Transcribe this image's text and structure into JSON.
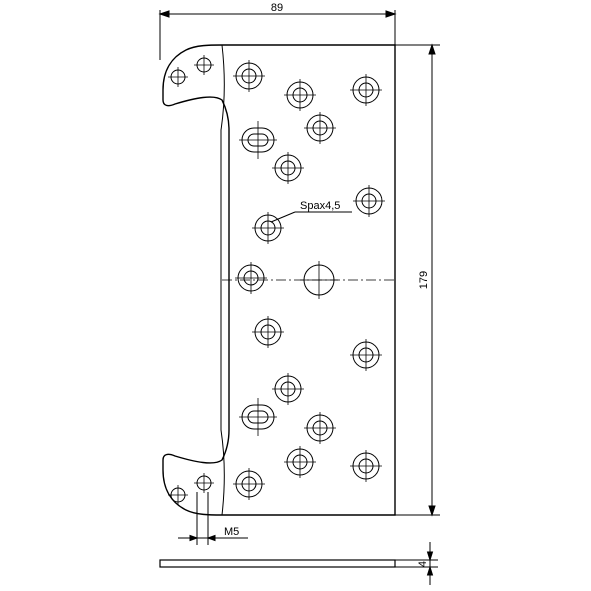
{
  "drawing": {
    "dimensions": {
      "width": "89",
      "height": "179",
      "thickness": "4"
    },
    "callouts": {
      "screw": "Spax4,5",
      "bolt": "M5"
    }
  }
}
